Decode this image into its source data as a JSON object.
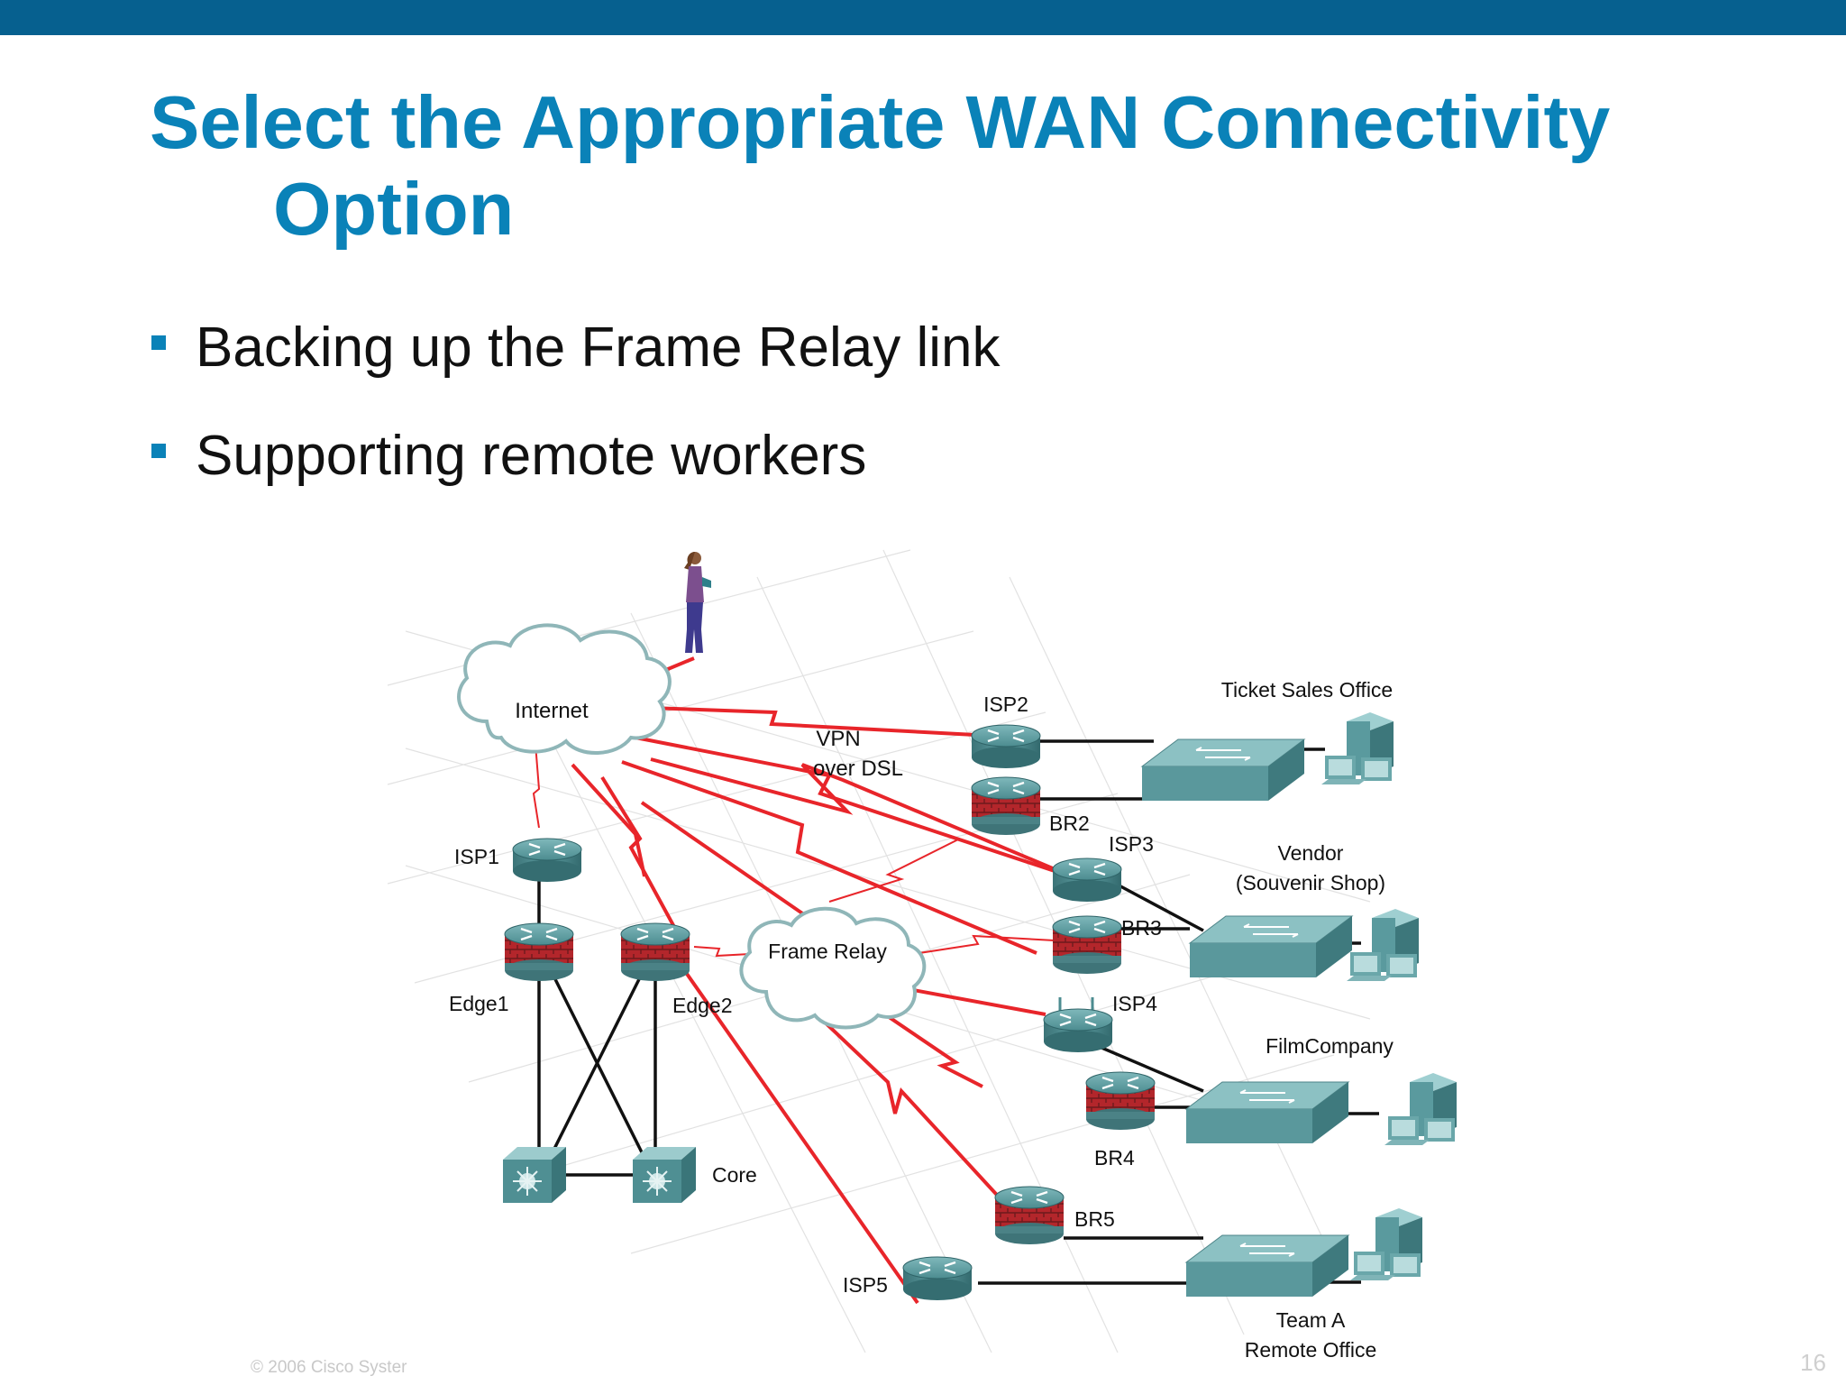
{
  "slide": {
    "title_line1": "Select the Appropriate WAN Connectivity",
    "title_line2": "Option",
    "bullets": [
      "Backing up the Frame Relay link",
      "Supporting remote workers"
    ],
    "footer": "© 2006 Cisco Syster",
    "page_number": "16"
  },
  "diagram": {
    "clouds": {
      "internet": "Internet",
      "frame_relay": "Frame Relay"
    },
    "annotation": {
      "line1": "VPN",
      "line2": "over DSL"
    },
    "devices": {
      "isp1": "ISP1",
      "isp2": "ISP2",
      "isp3": "ISP3",
      "isp4": "ISP4",
      "isp5": "ISP5",
      "edge1": "Edge1",
      "edge2": "Edge2",
      "core": "Core",
      "br2": "BR2",
      "br3": "BR3",
      "br4": "BR4",
      "br5": "BR5"
    },
    "sites": {
      "ticket": "Ticket Sales Office",
      "vendor_line1": "Vendor",
      "vendor_line2": "(Souvenir Shop)",
      "film": "FilmCompany",
      "team_line1": "Team A",
      "team_line2": "Remote Office"
    }
  },
  "colors": {
    "accent": "#0a82b8",
    "topbar": "#06608f",
    "link_red": "#e8252a",
    "device_teal": "#4f8f93"
  }
}
